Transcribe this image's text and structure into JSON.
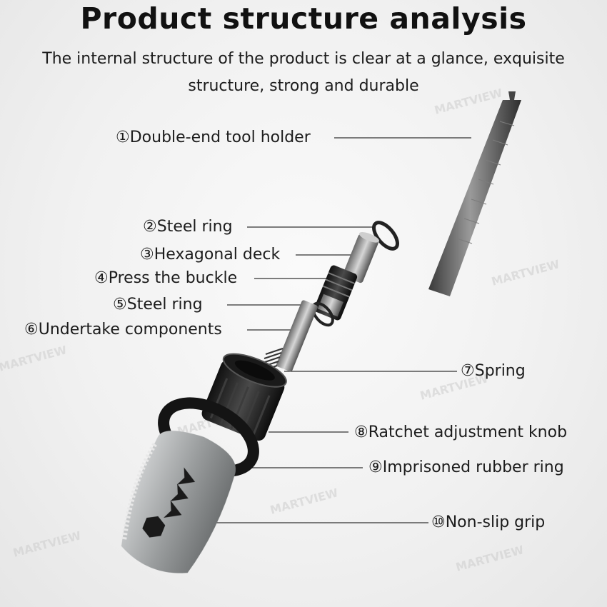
{
  "title": "Product structure analysis",
  "subtitle_line1": "The internal structure of the product is clear at a glance, exquisite",
  "subtitle_line2": "structure, strong and durable",
  "watermark": "MARTVIEW",
  "parts": [
    {
      "label": "①Double-end tool holder"
    },
    {
      "label": "②Steel ring"
    },
    {
      "label": "③Hexagonal deck"
    },
    {
      "label": "④Press the buckle"
    },
    {
      "label": "⑤Steel ring"
    },
    {
      "label": "⑥Undertake components"
    },
    {
      "label": "⑦Spring"
    },
    {
      "label": "⑧Ratchet adjustment knob"
    },
    {
      "label": "⑨Imprisoned rubber ring"
    },
    {
      "label": "⑩Non-slip grip"
    }
  ],
  "colors": {
    "background": "#f1f1f1",
    "text": "#1c1c1c",
    "metal": "#8a8a8a",
    "rubber": "#1b1b1b",
    "grip": "#8f9293"
  }
}
